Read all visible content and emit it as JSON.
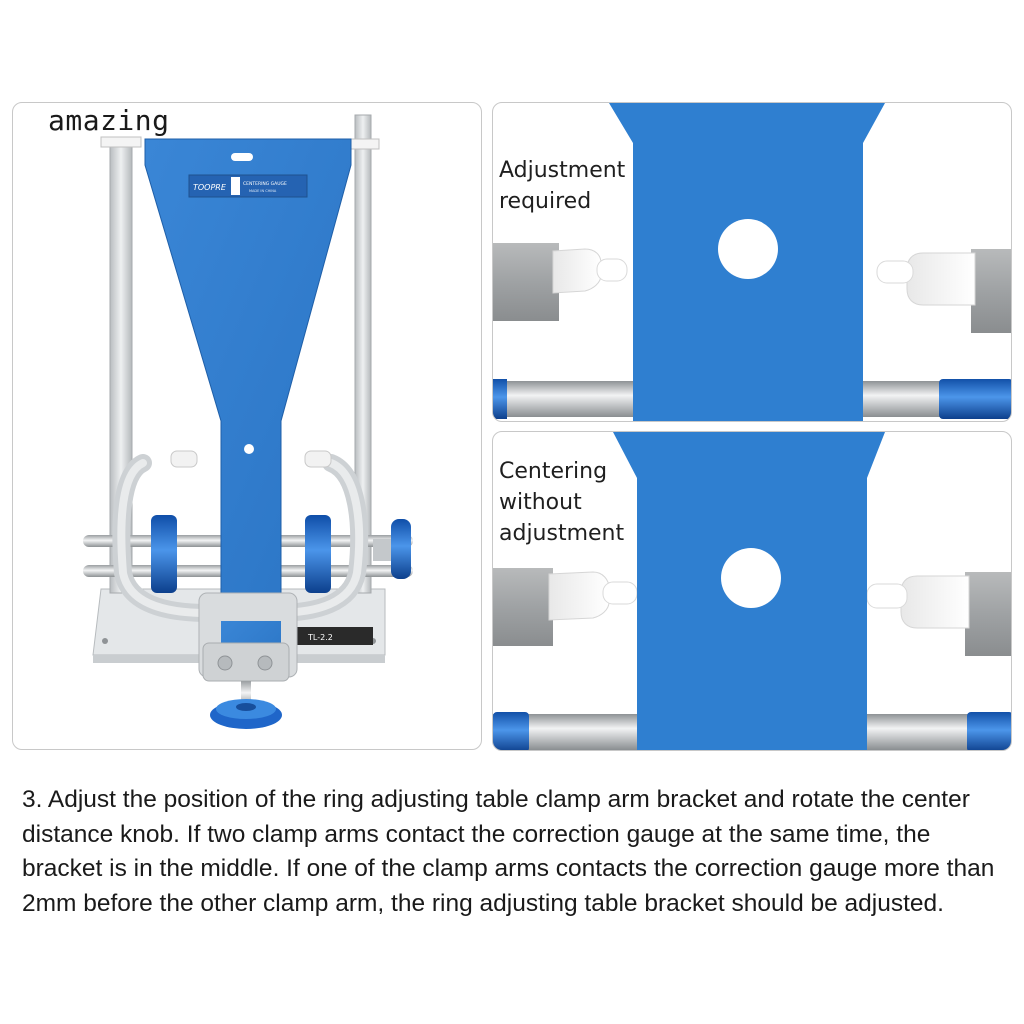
{
  "watermark": "amazing",
  "product": {
    "brand": "TOOPRE",
    "gauge_label": "CENTERING GAUGE",
    "made_in": "MADE IN CHINA",
    "model": "TL-2.2"
  },
  "details": [
    {
      "caption": "Adjustment required"
    },
    {
      "caption": "Centering without adjustment"
    }
  ],
  "description": "3. Adjust the position of the ring adjusting table clamp arm bracket and rotate the center distance knob. If two clamp arms contact the correction gauge at the same time, the bracket is in the middle. If one of the clamp arms contacts the correction gauge more than 2mm before the other clamp arm, the ring adjusting table bracket should be adjusted.",
  "colors": {
    "gauge_blue": "#2f7fd0",
    "anodized_blue": "#1f66c9",
    "aluminum": "#cfd3d6",
    "text": "#1a1a1a"
  }
}
